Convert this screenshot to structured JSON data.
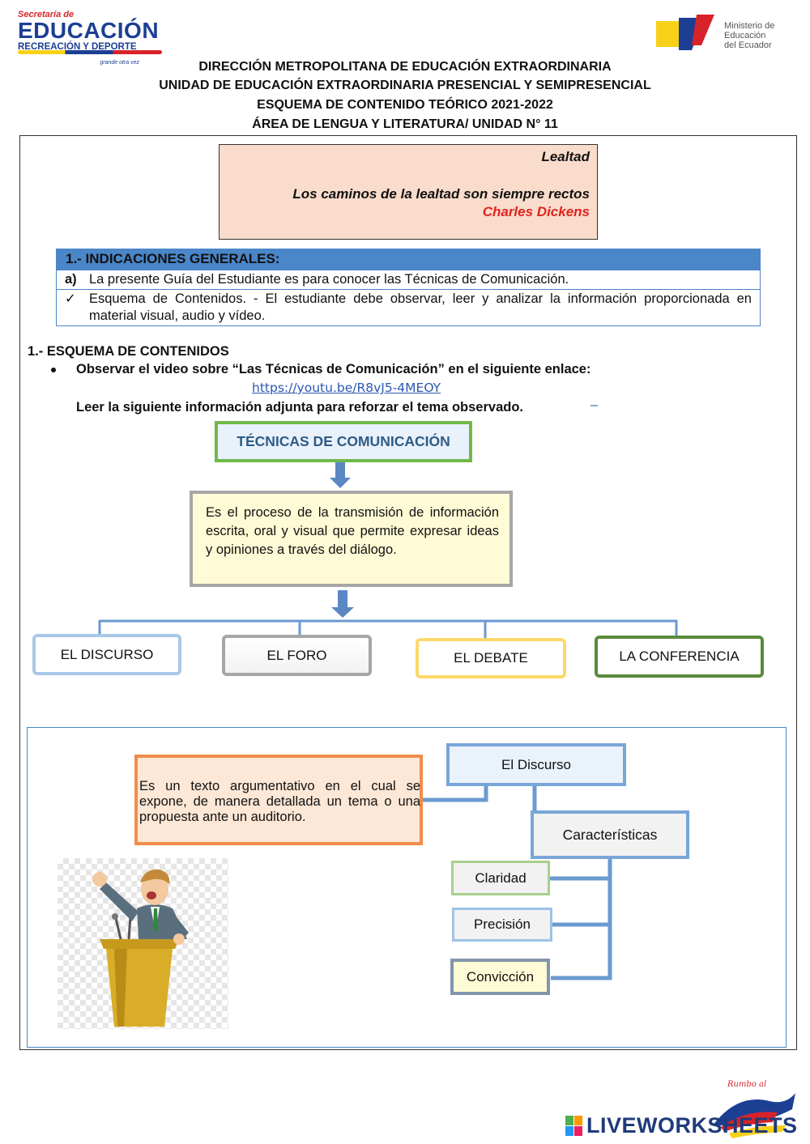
{
  "logos": {
    "left": {
      "line1": "Secretaría de",
      "line2": "EDUCACIÓN",
      "line3": "RECREACIÓN Y DEPORTE",
      "tagline": "grande otra vez"
    },
    "right": {
      "line1": "Ministerio de",
      "line2": "Educación",
      "line3": "del Ecuador"
    }
  },
  "header": {
    "line1": "DIRECCIÓN METROPOLITANA DE EDUCACIÓN EXTRAORDINARIA",
    "line2": "UNIDAD DE EDUCACIÓN EXTRAORDINARIA PRESENCIAL Y SEMIPRESENCIAL",
    "line3": "ESQUEMA DE CONTENIDO TEÓRICO 2021-2022",
    "line4": "ÁREA DE LENGUA Y LITERATURA/ UNIDAD N° 11"
  },
  "quote": {
    "title": "Lealtad",
    "text": "Los caminos de la lealtad son siempre rectos",
    "author": "Charles Dickens"
  },
  "indications": {
    "title": "1.- INDICACIONES GENERALES:",
    "row1_marker": "a)",
    "row1_text": "La presente Guía del Estudiante es para conocer las Técnicas de Comunicación.",
    "row2_marker": "✓",
    "row2_text": "Esquema de Contenidos. - El estudiante debe observar, leer y analizar la información proporcionada en material visual, audio y vídeo."
  },
  "content": {
    "section_title": "1.- ESQUEMA DE CONTENIDOS",
    "bullet": "Observar el video sobre “Las Técnicas de Comunicación” en el siguiente enlace:",
    "link": "https://youtu.be/R8vJ5-4MEOY",
    "read": "Leer la siguiente información adjunta para reforzar el tema observado.",
    "dash": "–"
  },
  "diagram": {
    "title": "TÉCNICAS DE COMUNICACIÓN",
    "definition": "Es el proceso de la transmisión de información escrita, oral y visual que permite expresar ideas y opiniones a través del diálogo.",
    "techniques": [
      "EL DISCURSO",
      "EL FORO",
      "EL DEBATE",
      "LA CONFERENCIA"
    ]
  },
  "discurso": {
    "definition": "Es un texto argumentativo en el cual se expone, de manera detallada un tema o una propuesta ante un auditorio.",
    "title": "El Discurso",
    "characteristics_title": "Características",
    "characteristics": [
      "Claridad",
      "Precisión",
      "Convicción"
    ]
  },
  "footer": {
    "watermark": "LIVEWORKSHEETS"
  },
  "colors": {
    "blue_header": "#4a86c8",
    "quote_bg": "#f9dccb",
    "author_red": "#e3221f",
    "link_blue": "#2b57b4",
    "green_border": "#70b94a",
    "orange_border": "#f08d4a"
  }
}
